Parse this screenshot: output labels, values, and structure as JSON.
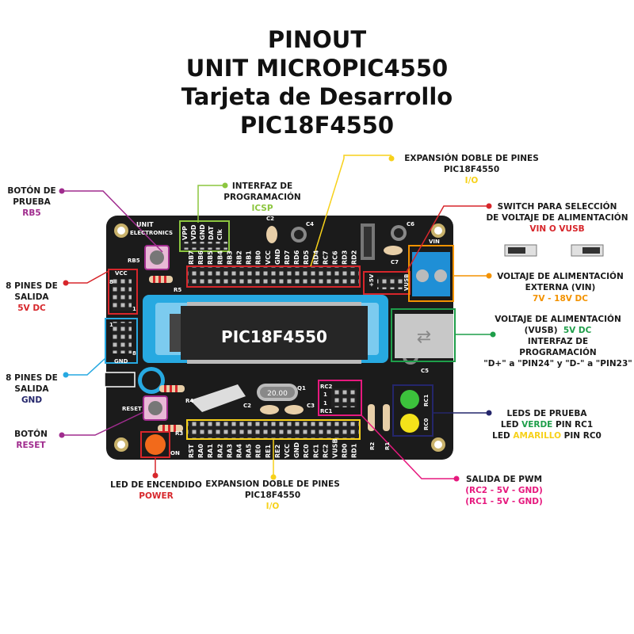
{
  "title": {
    "line1": "PINOUT",
    "line2": "UNIT MICROPIC4550",
    "line3": "Tarjeta de Desarrollo",
    "line4": "PIC18F4550"
  },
  "colors": {
    "yellow": "#f7d11a",
    "lime": "#8cc63f",
    "red": "#d7262b",
    "orange": "#f39200",
    "green": "#1e9e4a",
    "blue": "#27a9e1",
    "purple": "#a02c8e",
    "pink": "#e6197e",
    "navy": "#24266b",
    "board": "#1b1b1b"
  },
  "callouts": {
    "expansion_top": {
      "line1": "EXPANSIÓN DOBLE DE PINES",
      "line2": "PIC18F4550",
      "line3": "I/O"
    },
    "icsp": {
      "line1": "INTERFAZ DE",
      "line2": "PROGRAMACIÓN",
      "line3": "ICSP"
    },
    "boton_prueba": {
      "line1": "BOTÓN DE",
      "line2": "PRUEBA",
      "line3": "RB5"
    },
    "pines_5v": {
      "line1": "8 PINES DE",
      "line2": "SALIDA",
      "line3": "5V DC"
    },
    "pines_gnd": {
      "line1": "8 PINES DE",
      "line2": "SALIDA",
      "line3": "GND"
    },
    "boton_reset": {
      "line1": "BOTÓN",
      "line2": "RESET"
    },
    "led_power": {
      "line1": "LED DE ENCENDIDO",
      "line2": "POWER"
    },
    "expansion_bottom": {
      "line1": "EXPANSION DOBLE DE PINES",
      "line2": "PIC18F4550",
      "line3": "I/O"
    },
    "switch": {
      "line1": "SWITCH PARA SELECCIÓN",
      "line2": "DE VOLTAJE DE ALIMENTACIÓN",
      "line3": "VIN O VUSB"
    },
    "vin": {
      "line1": "VOLTAJE DE ALIMENTACIÓN",
      "line2": "EXTERNA (VIN)",
      "line3": "7V - 18V DC"
    },
    "vusb": {
      "line1": "VOLTAJE DE ALIMENTACIÓN",
      "line2a": "(VUSB)",
      "line2b": "5V DC",
      "line3": "INTERFAZ DE",
      "line4": "PROGRAMACIÓN",
      "line5": "\"D+\"  a \"PIN24\" y \"D-\" a \"PIN23\""
    },
    "leds": {
      "line1": "LEDS DE PRUEBA",
      "line2a": "LED ",
      "line2b": "VERDE",
      "line2c": " PIN RC1",
      "line3a": "LED ",
      "line3b": "AMARILLO",
      "line3c": " PIN RC0"
    },
    "pwm": {
      "line1": "SALIDA DE PWM",
      "line2": "(RC2 - 5V - GND)",
      "line3": "(RC1 - 5V - GND)"
    }
  },
  "board": {
    "brand1": "UNIT",
    "brand2": "ELECTRONICS",
    "chip": "PIC18F4550",
    "crystal": "20.00",
    "top_pins": [
      "RB7",
      "RB6",
      "RB5",
      "RB4",
      "RB3",
      "RB2",
      "RB1",
      "RB0",
      "VCC",
      "GND",
      "RD7",
      "RD6",
      "RD5",
      "RD4",
      "RC7",
      "RC6",
      "RD3",
      "RD2"
    ],
    "bottom_pins": [
      "RST",
      "RA0",
      "RA1",
      "RA2",
      "RA3",
      "RA4",
      "RA5",
      "RE0",
      "RE1",
      "RE2",
      "VCC",
      "GND",
      "RC0",
      "RC1",
      "RC2",
      "VUSB",
      "RD0",
      "RD1"
    ],
    "icsp_pins": [
      "VPP",
      "VDD",
      "GND",
      "DAT",
      "Clk"
    ],
    "labels": {
      "rb5": "RB5",
      "r5": "R5",
      "vcc": "VCC",
      "gnd": "GND",
      "reset": "RESET",
      "r4": "R4",
      "r3": "R3",
      "on": "ON",
      "c2": "C2",
      "c4": "C4",
      "c6": "C6",
      "c7": "C7",
      "c5": "C5",
      "c2b": "C2",
      "c3": "C3",
      "q1": "Q1",
      "vin": "VIN",
      "p5v": "+5V",
      "vusb": "VUSB",
      "rc2": "RC2",
      "rc1": "RC1",
      "rc0": "RC0",
      "r2": "R2",
      "r1": "R1",
      "one_a": "1",
      "one_b": "1",
      "eight_a": "8",
      "eight_b": "8",
      "one_c": "1",
      "one_d": "1"
    }
  }
}
